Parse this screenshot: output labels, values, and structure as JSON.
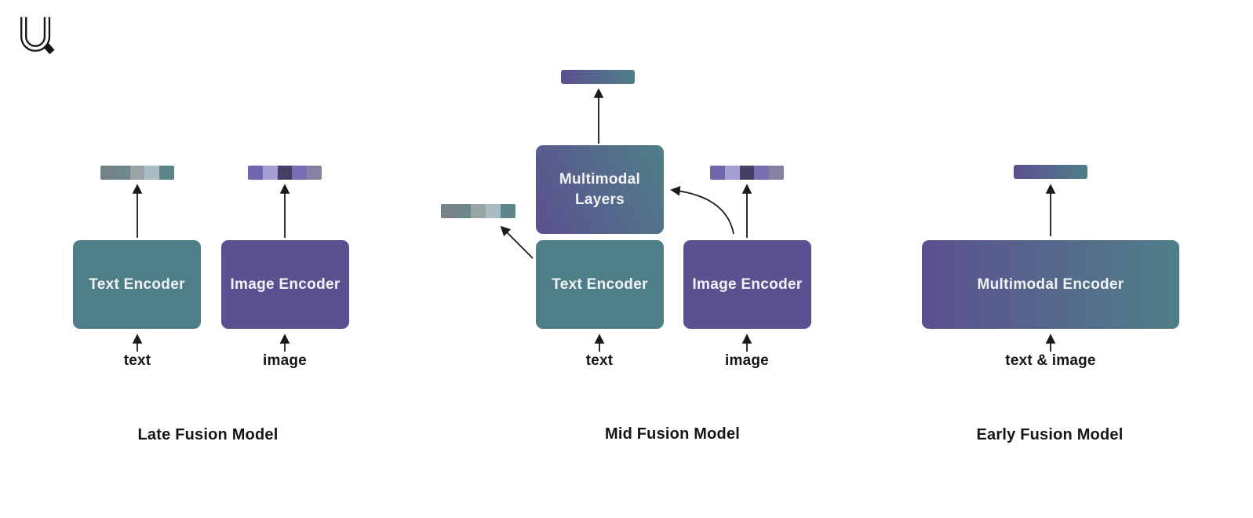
{
  "logo": {
    "icon": "u-logo"
  },
  "colors": {
    "teal_box": "#4e7f88",
    "purple_box": "#5c5190",
    "fused_from": "#5b5090",
    "fused_to": "#4f7f88",
    "arrow": "#1a1a1a",
    "label_text": "#161616",
    "box_label_text": "#f2f3f5",
    "background": "#ffffff",
    "text_embedding": [
      "#75828a",
      "#6f888b",
      "#9aa4a5",
      "#a9bcc1",
      "#5d858c"
    ],
    "image_embedding": [
      "#6f66ae",
      "#a39fd4",
      "#453f63",
      "#7a6db3",
      "#8781a3"
    ]
  },
  "panels": {
    "late": {
      "caption": "Late Fusion Model",
      "text_encoder_label": "Text Encoder",
      "image_encoder_label": "Image Encoder",
      "text_input_label": "text",
      "image_input_label": "image"
    },
    "mid": {
      "caption": "Mid Fusion Model",
      "multimodal_layers_label": "Multimodal Layers",
      "text_encoder_label": "Text Encoder",
      "image_encoder_label": "Image Encoder",
      "text_input_label": "text",
      "image_input_label": "image"
    },
    "early": {
      "caption": "Early Fusion Model",
      "multimodal_encoder_label": "Multimodal Encoder",
      "input_label": "text & image"
    }
  }
}
